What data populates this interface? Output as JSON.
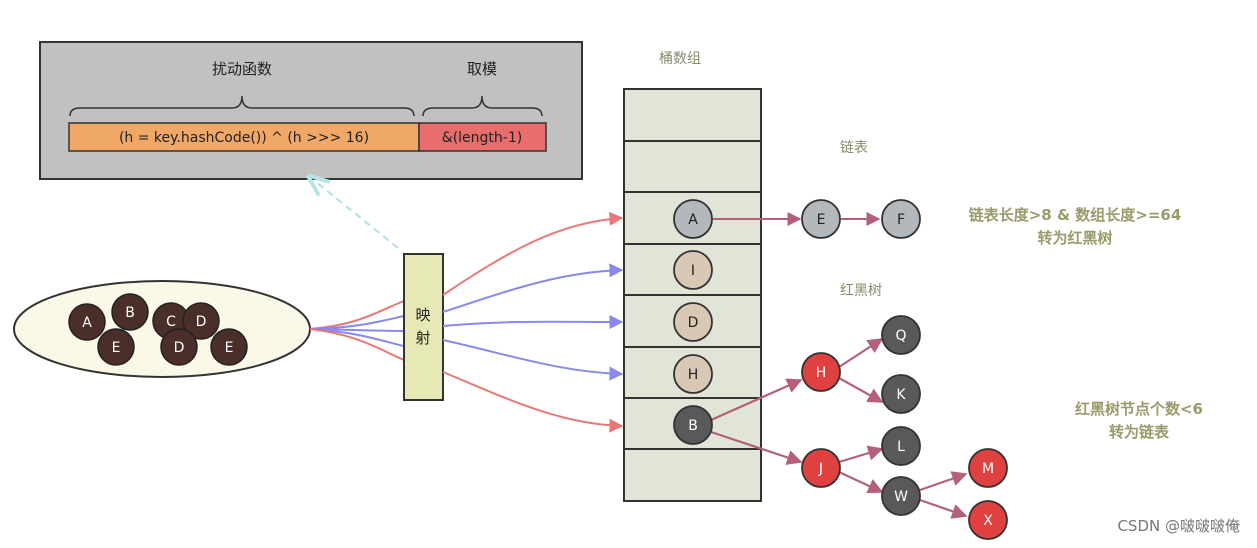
{
  "hash_box": {
    "perturbation_label": "扰动函数",
    "modulo_label": "取模",
    "formula": "(h = key.hashCode()) ^ (h >>> 16)",
    "mask": "&(length-1)"
  },
  "bucket_array_label": "桶数组",
  "linked_list_label": "链表",
  "red_black_tree_label": "红黑树",
  "mapping_label": [
    "映",
    "射"
  ],
  "treeify_note": [
    "链表长度>8 & 数组长度>=64",
    "转为红黑树"
  ],
  "untreeify_note": [
    "红黑树节点个数<6",
    "转为链表"
  ],
  "keys": [
    "A",
    "B",
    "C",
    "D",
    "E",
    "D",
    "E"
  ],
  "buckets": [
    "",
    "",
    "A",
    "I",
    "D",
    "H",
    "B",
    ""
  ],
  "list_nodes": [
    "E",
    "F"
  ],
  "tree_nodes": {
    "H": "H",
    "J": "J",
    "Q": "Q",
    "K": "K",
    "L": "L",
    "W": "W",
    "M": "M",
    "X": "X"
  },
  "watermark": "CSDN @啵啵啵俺",
  "colors": {
    "hash_bg": "#c1c1c1",
    "formula_fill": "#f0a868",
    "mask_fill": "#e86d6d",
    "bucket_fill": "#e1e5d8",
    "mapping_fill": "#e6e9b6",
    "key_ellipse_fill": "#fbf8e8",
    "key_node_fill": "#4a2e2a",
    "grey_node": "#b3b8bd",
    "tan_node": "#d8c8b4",
    "dark_node": "#595959",
    "red_node": "#e04040",
    "red_arrow": "#e87878",
    "blue_arrow": "#8888ee",
    "link_arrow": "#b5607a",
    "note_text": "#9a9a6a"
  }
}
